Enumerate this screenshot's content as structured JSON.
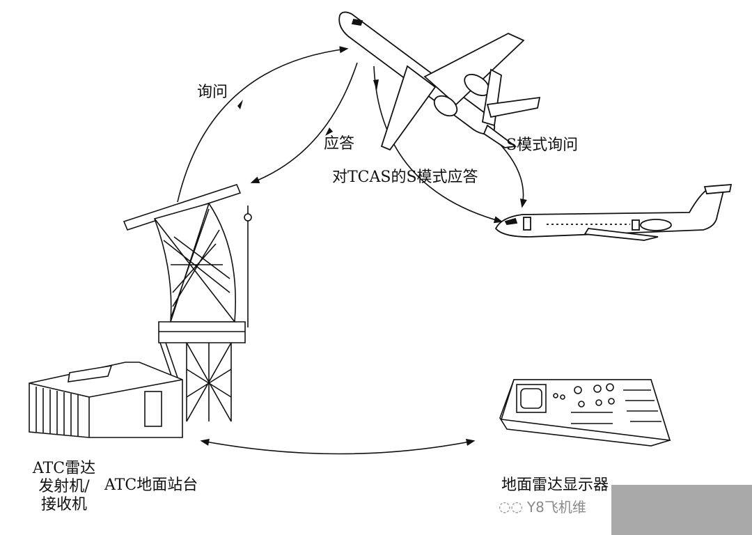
{
  "labels": {
    "inquiry": "询问",
    "reply": "应答",
    "tcas_reply": "对TCAS的S模式应答",
    "s_mode_inquiry": "S模式询问",
    "atc_radar_line1": "ATC雷达",
    "atc_radar_line2": "发射机/",
    "atc_radar_line3": "接收机",
    "atc_ground_station": "ATC地面站台",
    "ground_radar_display": "地面雷达显示器"
  },
  "watermark": {
    "text": "Y8飞机维"
  },
  "colors": {
    "ink": "#111111",
    "background": "#ffffff",
    "watermark": "#8a8a8a"
  }
}
